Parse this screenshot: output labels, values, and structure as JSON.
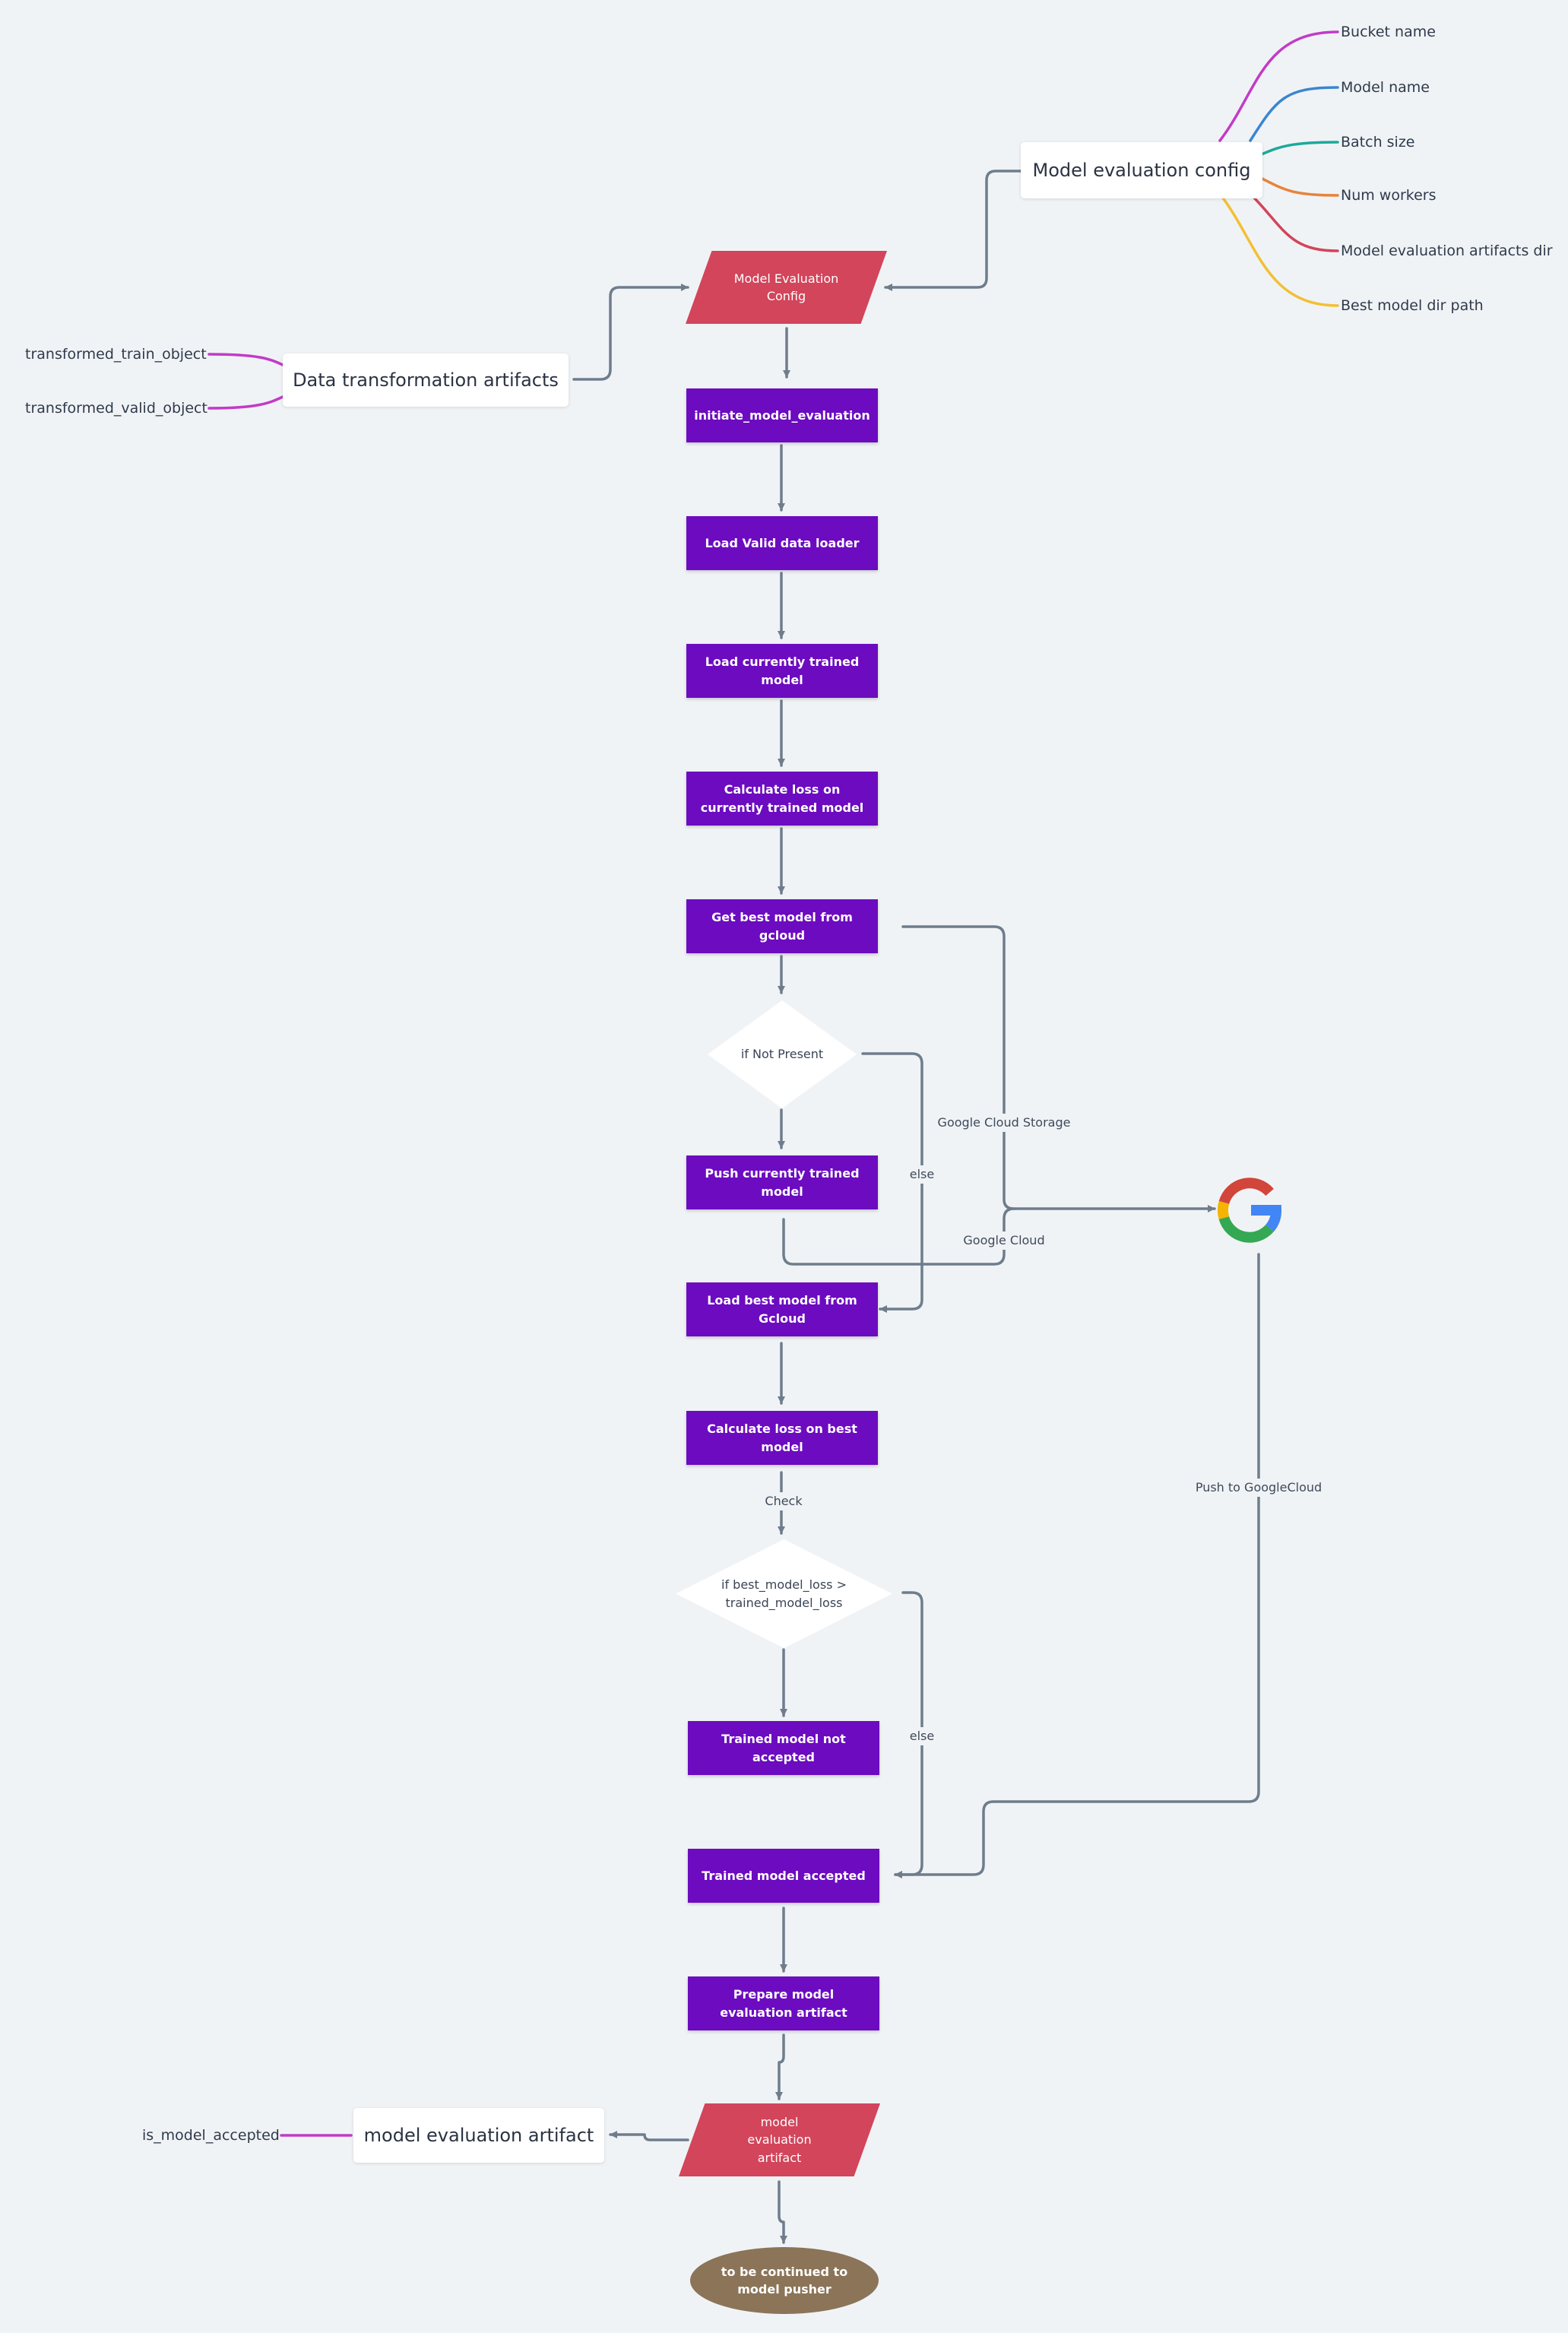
{
  "config": {
    "title": "Model evaluation config",
    "items": [
      "Bucket name",
      "Model name",
      "Batch size",
      "Num workers",
      "Model evaluation artifacts dir",
      "Best model dir path"
    ],
    "colors": [
      "#c23bc7",
      "#3a86d0",
      "#1ca99a",
      "#e8833a",
      "#d2455a",
      "#f2c035"
    ]
  },
  "transformation": {
    "title": "Data transformation artifacts",
    "items": [
      "transformed_train_object",
      "transformed_valid_object"
    ],
    "color": "#c23bc7"
  },
  "artifact": {
    "title": "model evaluation artifact",
    "items": [
      "is_model_accepted"
    ],
    "color": "#c23bc7"
  },
  "flow": {
    "config_node": "Model Evaluation Config",
    "initiate": "initiate_model_evaluation",
    "load_valid": "Load Valid data loader",
    "load_trained": "Load currently trained model",
    "calc_trained": "Calculate loss on currently trained model",
    "get_best": "Get best model from gcloud",
    "if_not_present": "if Not Present",
    "push_current": "Push currently trained model",
    "load_best": "Load best model from Gcloud",
    "calc_best": "Calculate loss on best model",
    "if_better": "if best_model_loss > trained_model_loss",
    "not_accepted": "Trained model not accepted",
    "accepted": "Trained model accepted",
    "prepare": "Prepare model evaluation artifact",
    "artifact_node": "model evaluation artifact",
    "continued": "to be continued to model pusher"
  },
  "edge_labels": {
    "else_1": "else",
    "gcs": "Google Cloud Storage",
    "google_cloud": "Google Cloud",
    "check": "Check",
    "else_2": "else",
    "push_gc": "Push to GoogleCloud"
  },
  "icons": {
    "google": "google-logo-icon"
  },
  "colors": {
    "background": "#f0f3f6",
    "process": "#6c0bc0",
    "io": "#d2455a",
    "terminator": "#8b7458",
    "connector": "#6e7d8c"
  }
}
